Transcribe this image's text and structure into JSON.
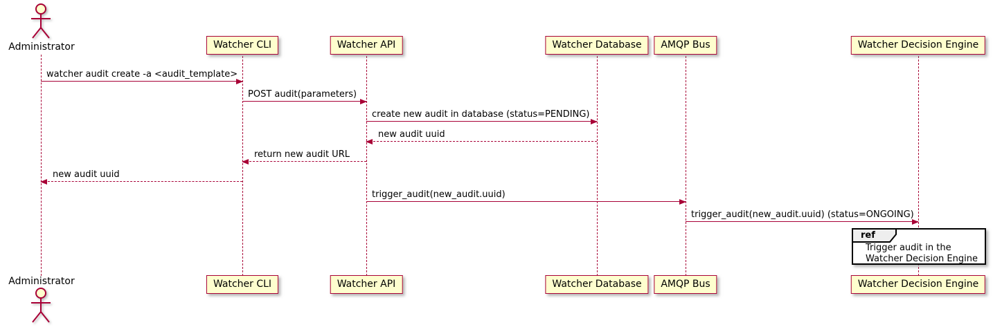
{
  "diagram": {
    "type": "sequence-diagram",
    "actor": {
      "name": "Administrator",
      "icon": "stick-figure-actor-icon"
    },
    "participants": [
      {
        "name": "Watcher CLI"
      },
      {
        "name": "Watcher API"
      },
      {
        "name": "Watcher Database"
      },
      {
        "name": "AMQP Bus"
      },
      {
        "name": "Watcher Decision Engine"
      }
    ],
    "messages": [
      {
        "from": "Administrator",
        "to": "Watcher CLI",
        "label": "watcher audit create -a <audit_template>",
        "line": "solid",
        "direction": "right"
      },
      {
        "from": "Watcher CLI",
        "to": "Watcher API",
        "label": "POST audit(parameters)",
        "line": "solid",
        "direction": "right"
      },
      {
        "from": "Watcher API",
        "to": "Watcher Database",
        "label": "create new audit in database (status=PENDING)",
        "line": "solid",
        "direction": "right"
      },
      {
        "from": "Watcher Database",
        "to": "Watcher API",
        "label": "new audit uuid",
        "line": "dashed",
        "direction": "left"
      },
      {
        "from": "Watcher API",
        "to": "Watcher CLI",
        "label": "return new audit URL",
        "line": "dashed",
        "direction": "left"
      },
      {
        "from": "Watcher CLI",
        "to": "Administrator",
        "label": "new audit uuid",
        "line": "dashed",
        "direction": "left"
      },
      {
        "from": "Watcher API",
        "to": "AMQP Bus",
        "label": "trigger_audit(new_audit.uuid)",
        "line": "solid",
        "direction": "right"
      },
      {
        "from": "AMQP Bus",
        "to": "Watcher Decision Engine",
        "label": "trigger_audit(new_audit.uuid) (status=ONGOING)",
        "line": "solid",
        "direction": "right"
      }
    ],
    "ref_fragment": {
      "keyword": "ref",
      "over": "Watcher Decision Engine",
      "line1": "Trigger audit in the",
      "line2": "Watcher Decision Engine"
    },
    "colors": {
      "stroke": "#A80036",
      "participant_fill": "#FEFECE",
      "text": "#000000",
      "ref_border": "#000000",
      "ref_tag_fill": "#EEEEEE",
      "background": "#FFFFFF"
    }
  }
}
